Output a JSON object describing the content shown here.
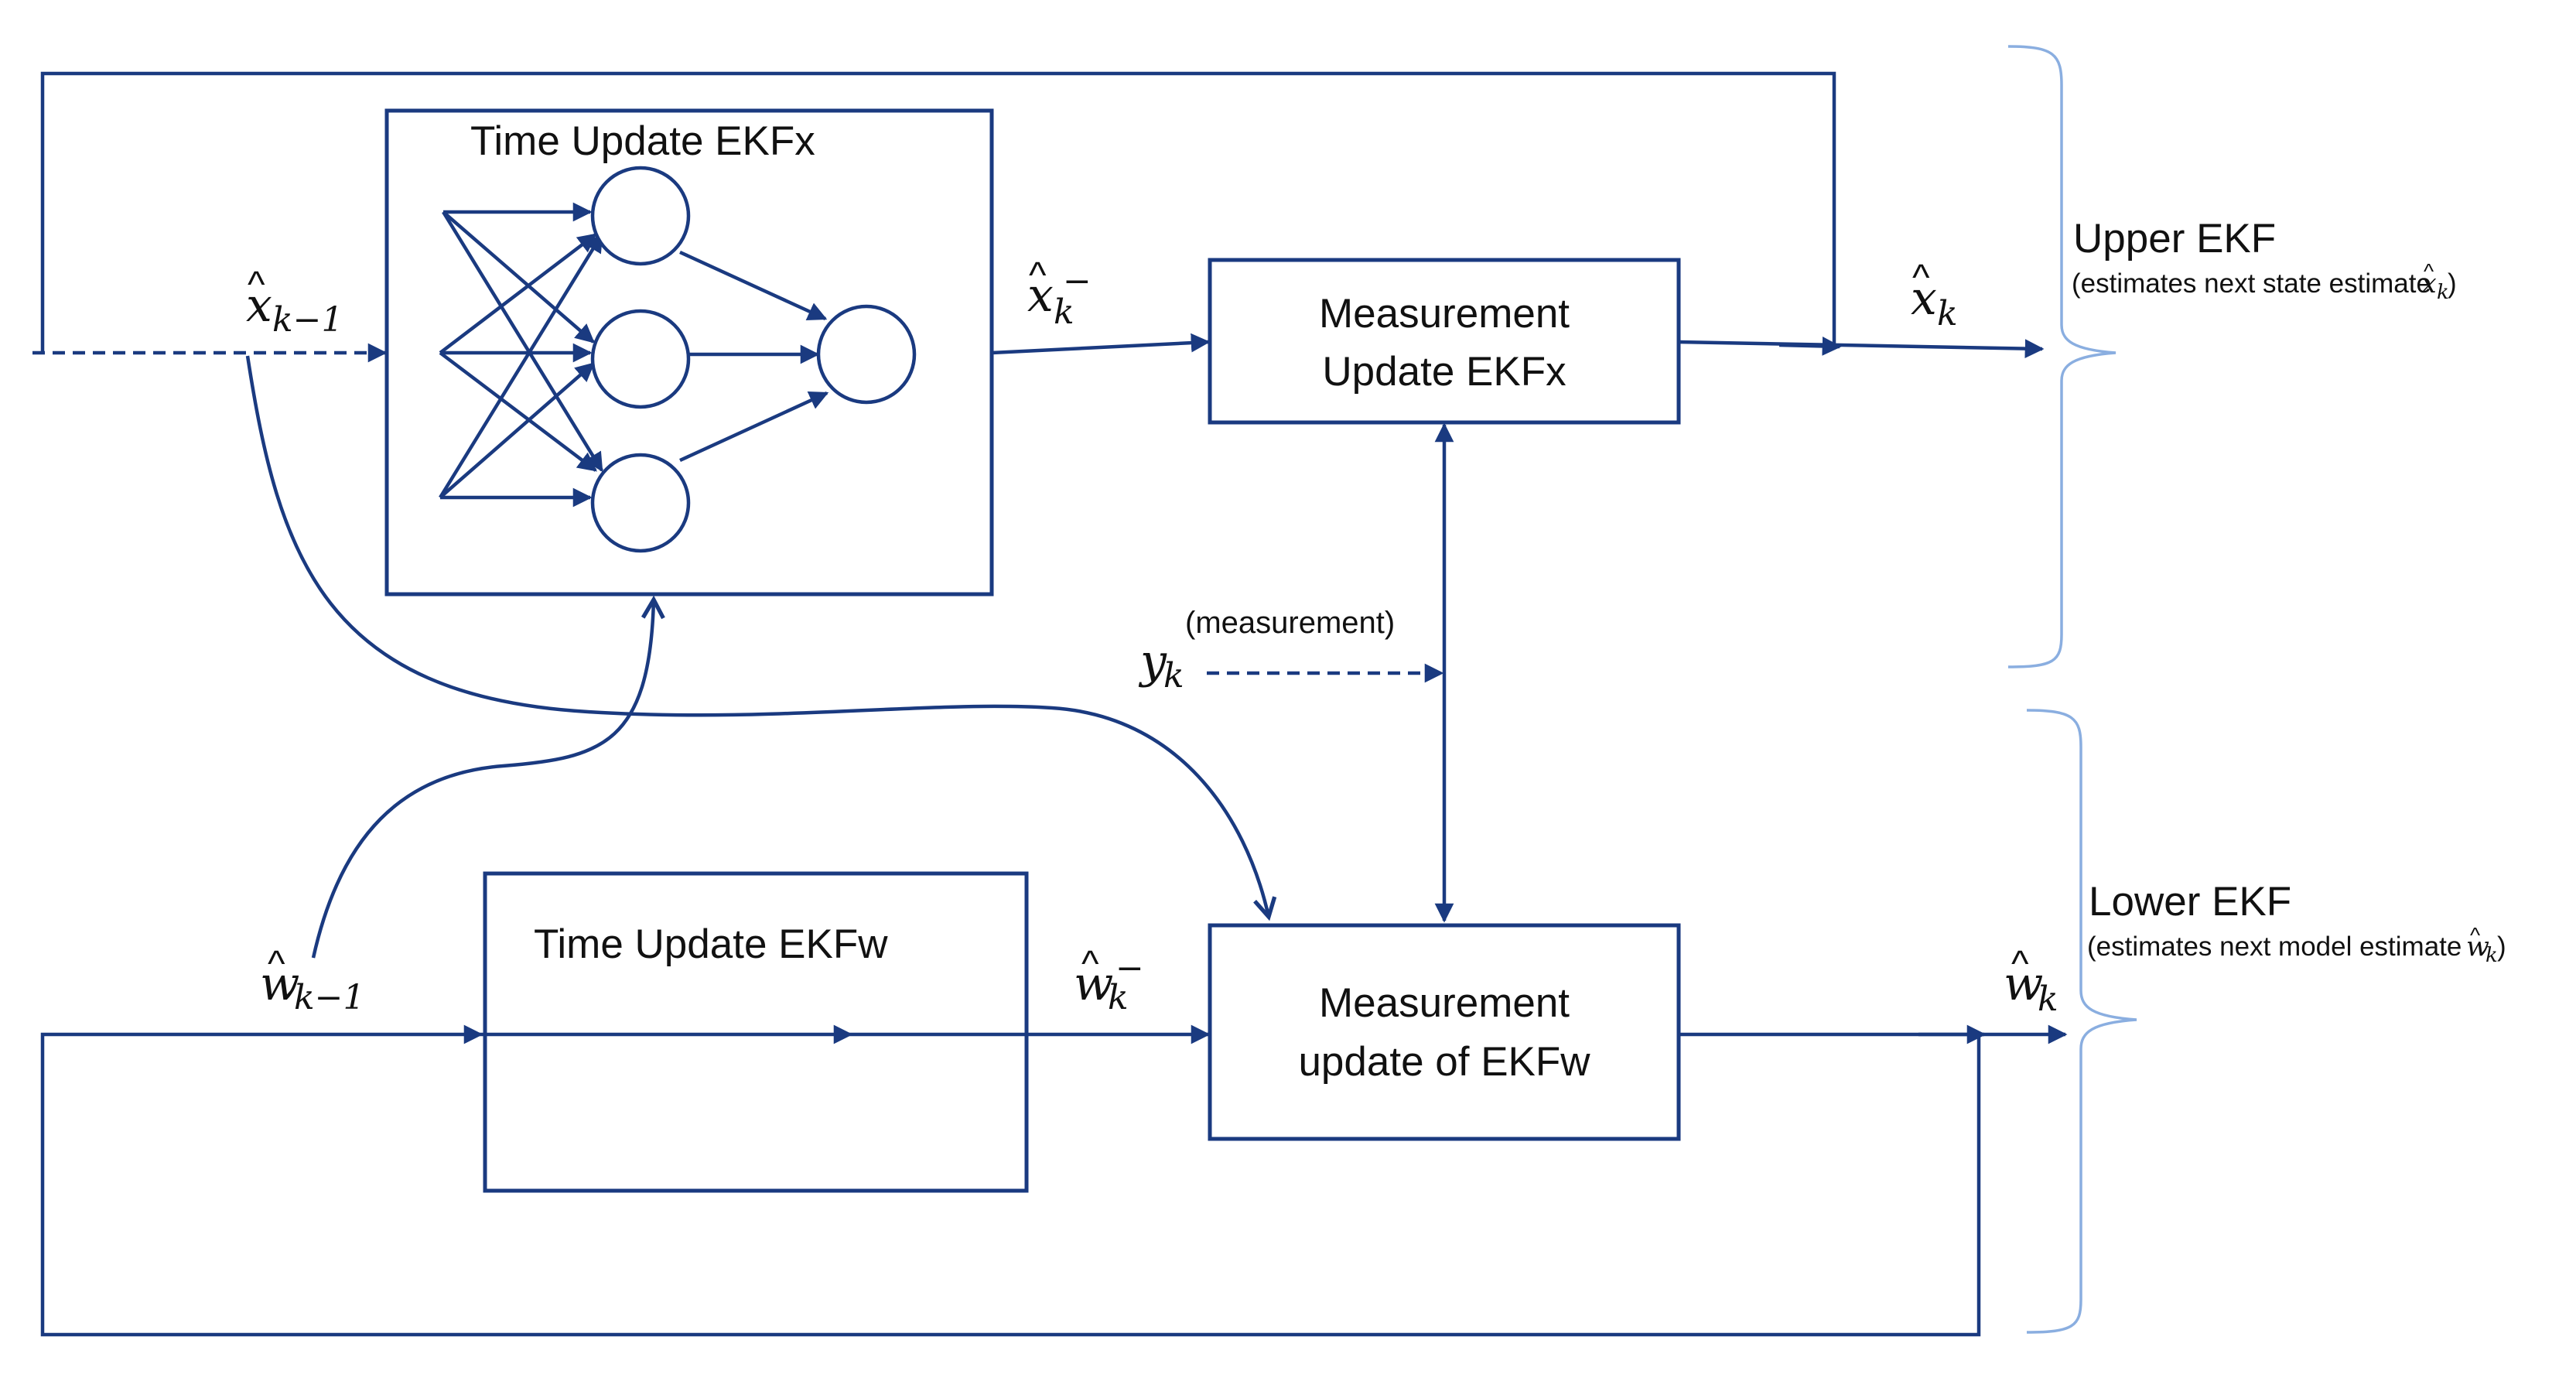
{
  "blocks": {
    "time_update_ekfx": "Time Update EKFx",
    "measurement_update_ekfx": [
      "Measurement",
      "Update EKFx"
    ],
    "time_update_ekfw": "Time Update EKFw",
    "measurement_update_ekfw": [
      "Measurement",
      "update of EKFw"
    ]
  },
  "signals": {
    "x_prev": {
      "base": "x",
      "sub": "k−1"
    },
    "x_prior": {
      "base": "x",
      "sub": "k",
      "sup": "−"
    },
    "x_post": {
      "base": "x",
      "sub": "k"
    },
    "w_prev": {
      "base": "w",
      "sub": "k−1"
    },
    "w_prior": {
      "base": "w",
      "sub": "k",
      "sup": "−"
    },
    "w_post": {
      "base": "w",
      "sub": "k"
    },
    "y": {
      "base": "y",
      "sub": "k"
    },
    "measurement_note": "(measurement)"
  },
  "groups": {
    "upper": {
      "title": "Upper EKF",
      "note": "(estimates next state estimate",
      "note_symbol": "x",
      "note_sub": "k",
      "note_close": ")"
    },
    "lower": {
      "title": "Lower EKF",
      "note": "(estimates next model estimate",
      "note_symbol": "w",
      "note_sub": "k",
      "note_close": ")"
    }
  },
  "colors": {
    "wire": "#1a3a80",
    "brace": "#8aaee0",
    "text": "#111111"
  }
}
